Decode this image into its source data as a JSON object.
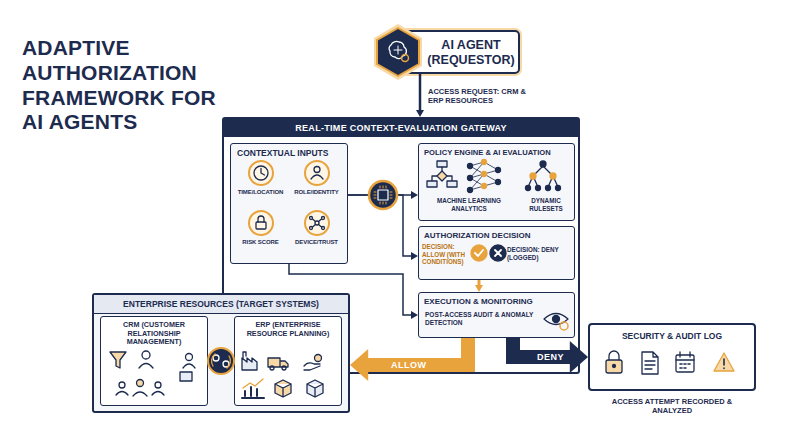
{
  "diagram": {
    "title": "ADAPTIVE AUTHORIZATION FRAMEWORK FOR AI AGENTS",
    "nodes": [
      {
        "text": [
          "AI AGENT (REQUESTOR)"
        ]
      },
      {
        "text": [
          "REAL-TIME CONTEXT-EVALUATION GATEWAY"
        ]
      },
      {
        "text": [
          "CONTEXTUAL INPUTS"
        ],
        "in": 1
      },
      {
        "text": [
          "TIME/LOCATION"
        ],
        "in": 2
      },
      {
        "text": [
          "ROLE/IDENTITY"
        ],
        "in": 2
      },
      {
        "text": [
          "RISK SCORE"
        ],
        "in": 2
      },
      {
        "text": [
          "DEVICE/TRUST"
        ],
        "in": 2
      },
      {
        "text": [
          "POLICY ENGINE & AI EVALUATION",
          "MACHINE LEARNING ANALYTICS",
          "DYNAMIC RULESETS"
        ],
        "in": 1
      },
      {
        "text": [
          "AUTHORIZATION DECISION",
          "DECISION: ALLOW (WITH CONDITIONS)",
          "DECISION: DENY (LOGGED)"
        ],
        "in": 1
      },
      {
        "text": [
          "EXECUTION & MONITORING",
          "POST-ACCESS AUDIT & ANOMALY DETECTION"
        ],
        "in": 1
      },
      {
        "text": [
          "ENTERPRISE RESOURCES (TARGET SYSTEMS)"
        ]
      },
      {
        "text": [
          "CRM (CUSTOMER RELATIONSHIP MANAGEMENT)"
        ],
        "in": 10
      },
      {
        "text": [
          "ERP (ENTERPRISE RESOURCE PLANNING)"
        ],
        "in": 10
      },
      {
        "text": [
          "SECURITY & AUDIT LOG",
          "ACCESS ATTEMPT RECORDED & ANALYZED"
        ]
      }
    ],
    "edges": [
      {
        "from": 0,
        "to": 1,
        "arrow": "to",
        "label": "ACCESS REQUEST: CRM & ERP RESOURCES"
      },
      {
        "from": 2,
        "to": 7,
        "arrow": "to"
      },
      {
        "from": 2,
        "to": 8,
        "arrow": "to"
      },
      {
        "from": 2,
        "to": 9,
        "arrow": "to"
      },
      {
        "from": 8,
        "to": 9,
        "arrow": "to"
      },
      {
        "from": 9,
        "to": 10,
        "arrow": "to",
        "label": "ALLOW"
      },
      {
        "from": 9,
        "to": 13,
        "arrow": "to",
        "label": "DENY"
      }
    ]
  }
}
